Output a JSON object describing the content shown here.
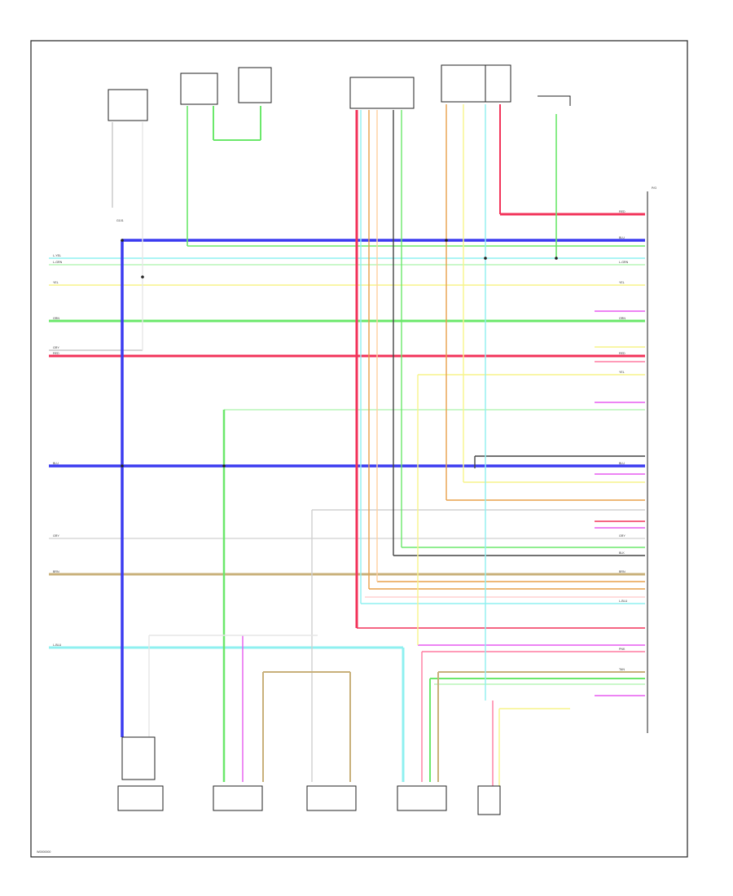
{
  "diagram": {
    "footer_code": "W0000000",
    "ecm_ref": "P/O",
    "colors": {
      "blue": "#3b3bf0",
      "green": "#6be86b",
      "light_green": "#b8f5b8",
      "cyan": "#8ff0f0",
      "red": "#f2335a",
      "pink": "#ff7aa0",
      "yellow": "#f7f48a",
      "orange": "#e8a04a",
      "tan": "#c8b07a",
      "gray": "#9a9a9a",
      "light_gray": "#c8c8c8",
      "black": "#444444",
      "magenta": "#e75bf0",
      "white_wire": "#e6e6e6"
    },
    "left_wire_labels": [
      "L-YEL",
      "L-GRN",
      "YEL",
      "GRN",
      "GRY",
      "RED",
      "BLU",
      "GRY",
      "BRN",
      "L-BLU"
    ],
    "right_wire_labels": [
      "RED",
      "BLU",
      "L-GRN",
      "YEL",
      "GRN",
      "RED",
      "YEL",
      "BLU",
      "GRY",
      "BLK",
      "BRN",
      "L-BLU",
      "PNK",
      "TAN"
    ],
    "ground_label": "G101"
  }
}
